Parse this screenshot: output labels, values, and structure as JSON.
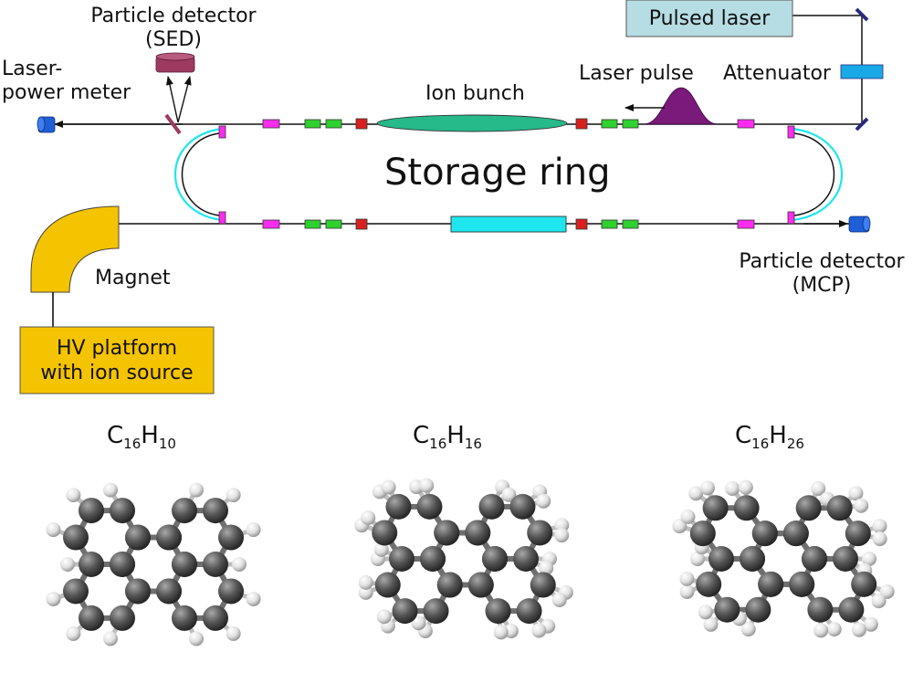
{
  "labels": {
    "sed_line1": "Particle detector",
    "sed_line2": "(SED)",
    "power_line1": "Laser-",
    "power_line2": "power meter",
    "ion_bunch": "Ion bunch",
    "laser_pulse": "Laser pulse",
    "attenuator": "Attenuator",
    "pulsed_laser": "Pulsed laser",
    "storage_ring": "Storage ring",
    "magnet": "Magnet",
    "hv_line1": "HV platform",
    "hv_line2": "with ion source",
    "mcp_line1": "Particle detector",
    "mcp_line2": "(MCP)"
  },
  "molecules": [
    {
      "c": "C",
      "c_count": "16",
      "h": "H",
      "h_count": "10"
    },
    {
      "c": "C",
      "c_count": "16",
      "h": "H",
      "h_count": "16"
    },
    {
      "c": "C",
      "c_count": "16",
      "h": "H",
      "h_count": "26"
    }
  ],
  "colors": {
    "pulsed_laser_box": "#b7dde4",
    "attenuator": "#19a9e6",
    "ion_bunch": "#26b98a",
    "laser_pulse": "#7a1a7a",
    "magnet": "#f5c400",
    "hv_platform": "#f5c400",
    "sed_detector": "#9c3a60",
    "detector_blue": "#1e5fd6",
    "magenta_element": "#ff2cf0",
    "green_element": "#2fd12f",
    "red_element": "#d8211f",
    "cyan_element": "#1ee6ee",
    "mirror": "#2a2a80",
    "atom_carbon": "#555555",
    "atom_hydrogen": "#e6e6e6"
  }
}
